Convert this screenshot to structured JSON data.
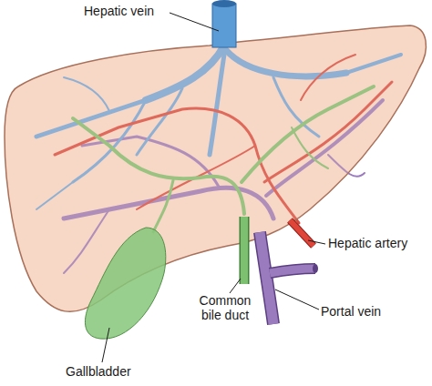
{
  "diagram": {
    "labels": [
      "Hepatic vein",
      "Hepatic artery",
      "Portal vein",
      "Common bile duct",
      "Gallbladder"
    ]
  }
}
